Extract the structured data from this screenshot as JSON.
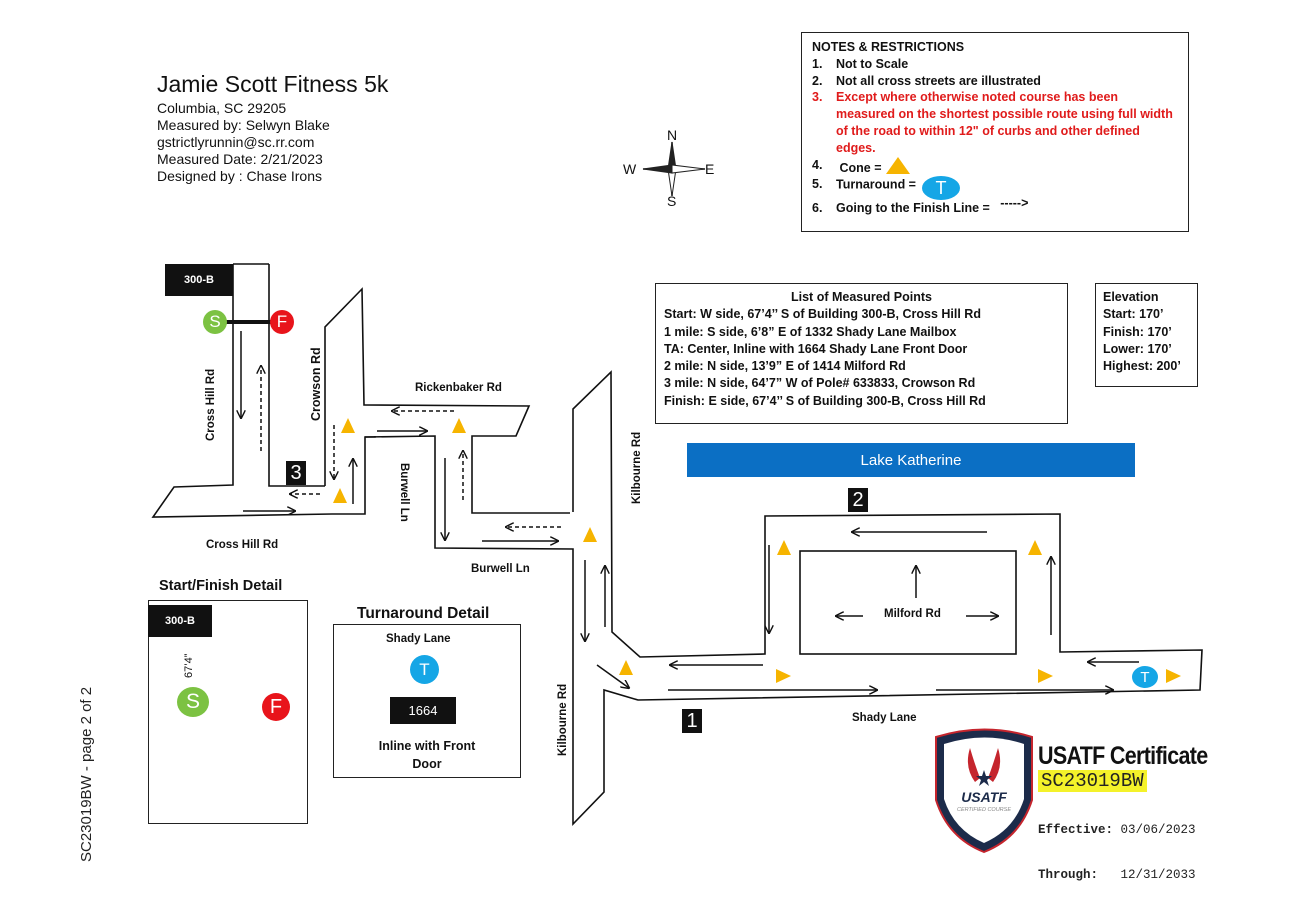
{
  "header": {
    "title": "Jamie Scott Fitness 5k",
    "location": "Columbia, SC 29205",
    "measured_by": "Measured by: Selwyn Blake",
    "email": "gstrictlyrunnin@sc.rr.com",
    "measured_date": "Measured Date:  2/21/2023",
    "designed_by": "Designed by : Chase Irons"
  },
  "compass": {
    "n": "N",
    "s": "S",
    "e": "E",
    "w": "W"
  },
  "notes": {
    "heading": "NOTES & RESTRICTIONS",
    "items": [
      {
        "num": "1.",
        "text": "Not to Scale",
        "highlight": false
      },
      {
        "num": "2.",
        "text": "Not all cross streets are illustrated",
        "highlight": false
      },
      {
        "num": "3.",
        "text": "Except where otherwise noted course has been measured on the shortest possible route using full width of the road to within 12\" of curbs and other defined edges.",
        "highlight": true
      },
      {
        "num": "4.",
        "text": "Cone =",
        "icon": "cone-icon"
      },
      {
        "num": "5.",
        "text": "Turnaround =",
        "icon": "turnaround-icon",
        "icon_label": "T"
      },
      {
        "num": "6.",
        "text": "Going to the Finish Line =",
        "icon": "dashed-arrow-icon",
        "icon_label": "----->"
      }
    ],
    "highlight_color": "#e01b1b"
  },
  "measured_points": {
    "heading": "List of Measured Points",
    "items": [
      "Start: W side, 67’4’’ S of Building 300-B, Cross Hill Rd",
      "1 mile: S side, 6’8” E of 1332 Shady Lane Mailbox",
      "TA: Center, Inline with 1664 Shady Lane Front Door",
      "2 mile: N side, 13’9” E of 1414 Milford Rd",
      "3 mile: N side, 64’7” W of Pole# 633833,  Crowson Rd",
      "Finish: E side, 67’4’’ S of Building 300-B, Cross Hill Rd"
    ]
  },
  "elevation": {
    "heading": "Elevation",
    "items": [
      "Start: 170’",
      "Finish: 170’",
      "Lower: 170’",
      "Highest: 200’"
    ]
  },
  "map": {
    "lake": "Lake Katherine",
    "building": "300-B",
    "start_marker": "S",
    "finish_marker": "F",
    "turnaround_marker": "T",
    "mile_markers": [
      "1",
      "2",
      "3"
    ],
    "streets": {
      "cross_hill_vertical": "Cross Hill Rd",
      "cross_hill_horizontal": "Cross Hill Rd",
      "crowson": "Crowson Rd",
      "rickenbaker": "Rickenbaker Rd",
      "burwell_vertical": "Burwell Ln",
      "burwell_horizontal": "Burwell Ln",
      "kilbourne_upper": "Kilbourne Rd",
      "kilbourne_lower": "Kilbourne Rd",
      "milford": "Milford Rd",
      "shady": "Shady Lane"
    },
    "colors": {
      "cone": "#f6b400",
      "start": "#7cc242",
      "finish": "#e8141b",
      "turnaround": "#15a6e6",
      "lake": "#0b6fc4"
    }
  },
  "start_finish_detail": {
    "heading": "Start/Finish Detail",
    "building": "300-B",
    "distance": "67’4”",
    "start_marker": "S",
    "finish_marker": "F"
  },
  "turnaround_detail": {
    "heading": "Turnaround Detail",
    "street": "Shady Lane",
    "house": "1664",
    "note_line1": "Inline with Front",
    "note_line2": "Door",
    "marker": "T"
  },
  "certificate": {
    "badge_name": "USATF",
    "badge_sub": "CERTIFIED COURSE",
    "title": "USATF Certificate",
    "id": "SC23019BW",
    "effective_label": "Effective:",
    "effective_date": "03/06/2023",
    "through_label": "Through:",
    "through_date": "12/31/2033"
  },
  "page_label": "SC23019BW - page 2 of 2"
}
